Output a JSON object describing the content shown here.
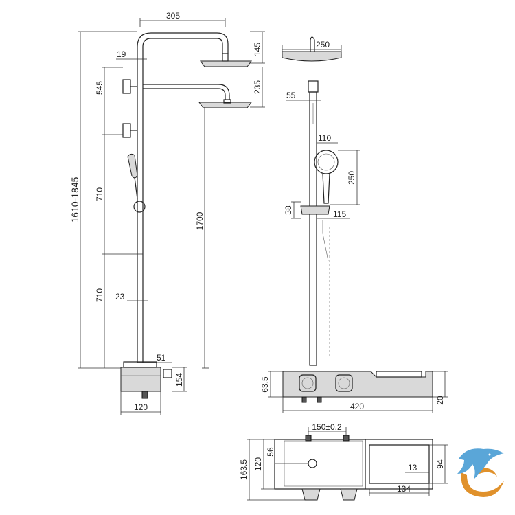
{
  "views": {
    "side": {
      "top_width": "305",
      "head_offset": "19",
      "head_height": "145",
      "upper_section": "545",
      "head_drop": "235",
      "total_height": "1610-1845",
      "mid_section": "710",
      "height_to_head": "1700",
      "lower_section": "710",
      "pipe_offset": "23",
      "body_offset": "51",
      "body_height": "154",
      "body_depth": "120"
    },
    "front": {
      "head_diameter": "250",
      "bracket_width": "55",
      "hand_head_width": "110",
      "hand_length": "250",
      "holder_height": "38",
      "holder_depth": "115",
      "body_height": "63.5",
      "shelf_step": "20",
      "total_width": "420"
    },
    "top": {
      "inlet_spacing": "150±0.2",
      "depth": "163.5",
      "body_depth": "120",
      "outlet_offset": "56",
      "shelf_depth": "94",
      "shelf_offset": "13",
      "shelf_width": "134"
    }
  },
  "logo": {
    "name": "dolphin-logo",
    "colors": [
      "#5aa6d8",
      "#e0912b"
    ]
  }
}
